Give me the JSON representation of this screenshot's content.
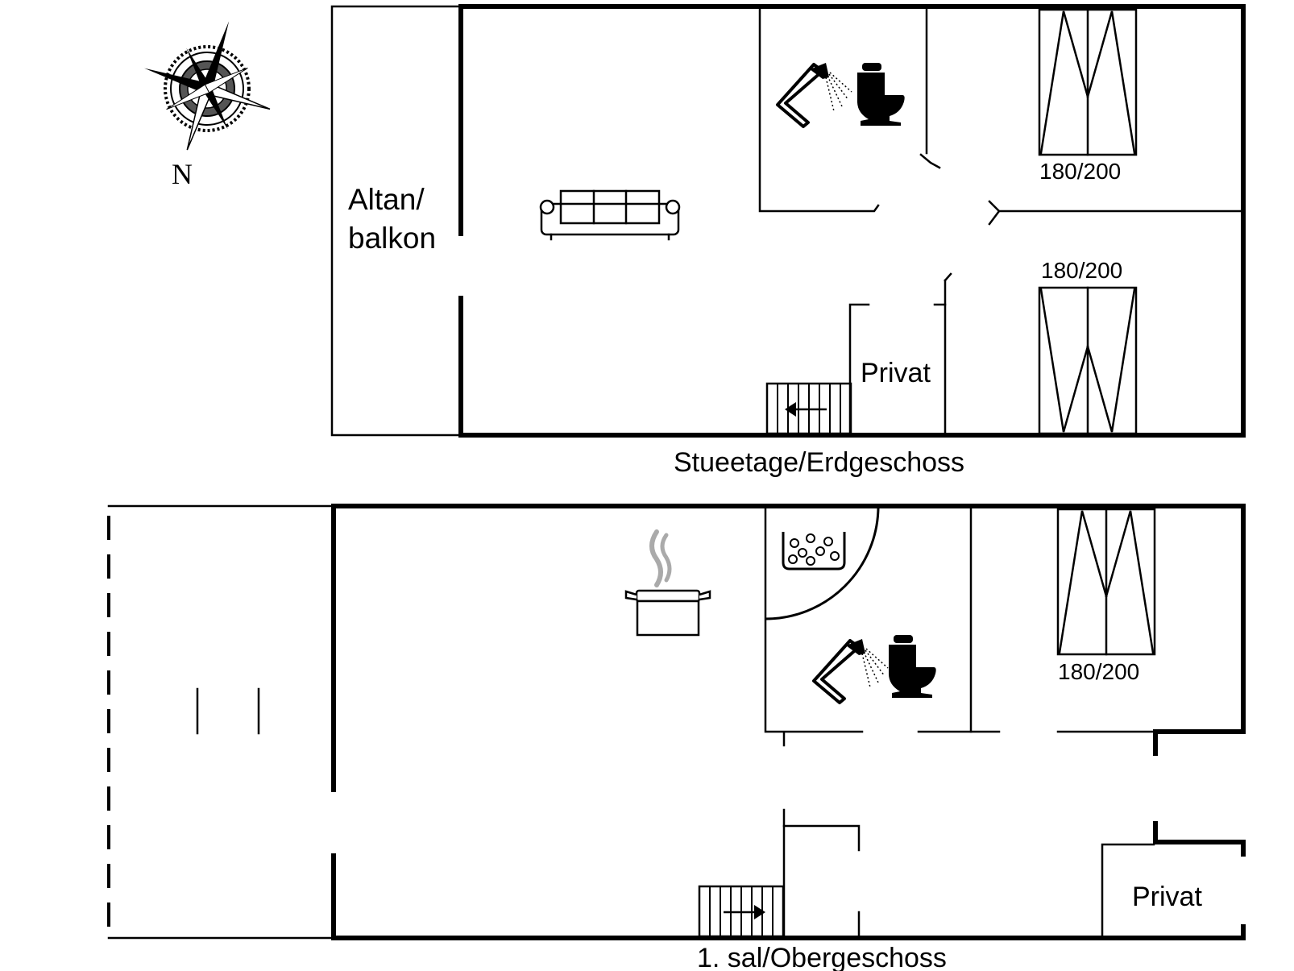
{
  "compass": {
    "north_label": "N",
    "icon": "compass-rose-icon"
  },
  "floors": [
    {
      "id": "ground",
      "name": "Stueetage/Erdgeschoss",
      "rooms": [
        {
          "id": "balcony",
          "label": "Altan/ balkon",
          "lines": [
            "Altan/",
            "balkon"
          ]
        },
        {
          "id": "private",
          "label": "Privat"
        }
      ],
      "beds": [
        "180/200",
        "180/200"
      ],
      "icons": [
        "sofa-icon",
        "shower-icon",
        "toilet-icon",
        "stairs-icon"
      ]
    },
    {
      "id": "upper",
      "name": "1. sal/Obergeschoss",
      "rooms": [
        {
          "id": "private",
          "label": "Privat"
        }
      ],
      "beds": [
        "180/200"
      ],
      "icons": [
        "cooking-pot-icon",
        "whirlpool-icon",
        "shower-icon",
        "toilet-icon",
        "stairs-icon"
      ]
    }
  ]
}
